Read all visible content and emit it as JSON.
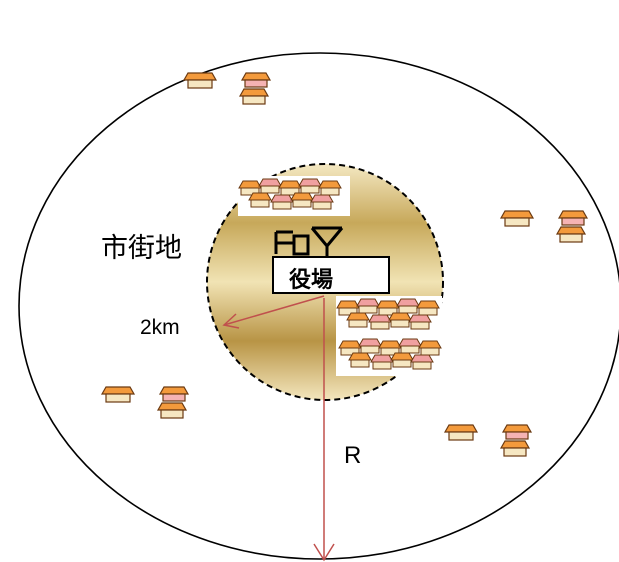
{
  "diagram": {
    "labels": {
      "town_area": "市街地",
      "town_hall": "役場",
      "radius_2km": "2km",
      "radius_R": "R"
    },
    "colors": {
      "urban_gold": "#c9ad5e",
      "urban_gold_light": "#f1e3b4",
      "arrow": "#c0504d",
      "roof": "#f39a3c",
      "wall": "#f6e7c2",
      "wall_pink": "#f5b3b3",
      "outline": "#000000"
    },
    "icons": [
      "houses-icon",
      "post-office-icon",
      "antenna-icon"
    ]
  }
}
